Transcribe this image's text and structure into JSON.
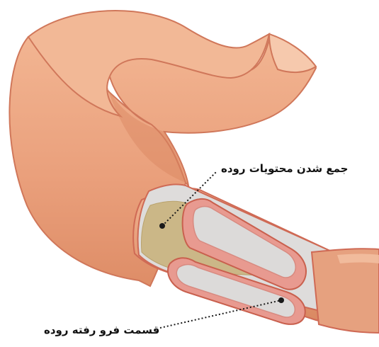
{
  "labels": {
    "accumulation": "جمع شدن محتویات روده",
    "intussusception": "قسمت فرو رفته روده"
  },
  "colors": {
    "intestine_fill": "#eba37e",
    "intestine_shadow": "#d9845f",
    "intestine_highlight": "#f6c4a3",
    "wall_outline": "#cf6a55",
    "inner_lumen": "#dfdede",
    "inner_wall": "#e79a91",
    "contents": "#cbb787",
    "leader_line": "#1a1a1a"
  },
  "icons": {
    "intestine": "intestine-illustration"
  }
}
